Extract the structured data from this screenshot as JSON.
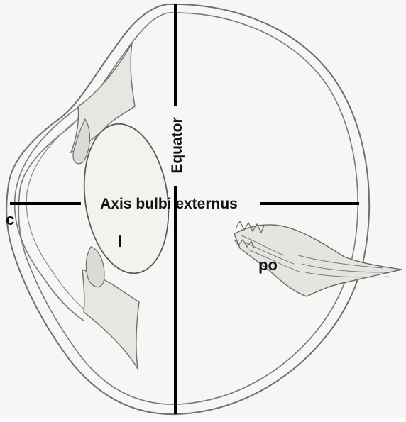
{
  "diagram": {
    "labels": {
      "axis": "Axis bulbi externus",
      "equator": "Equator",
      "cornea": "c",
      "lens": "l",
      "optic_nerve": "po"
    },
    "colors": {
      "background": "#f7f6f4",
      "sketch_line": "#6f6f6f",
      "axis_line": "#000000",
      "label_text": "#111111"
    }
  }
}
